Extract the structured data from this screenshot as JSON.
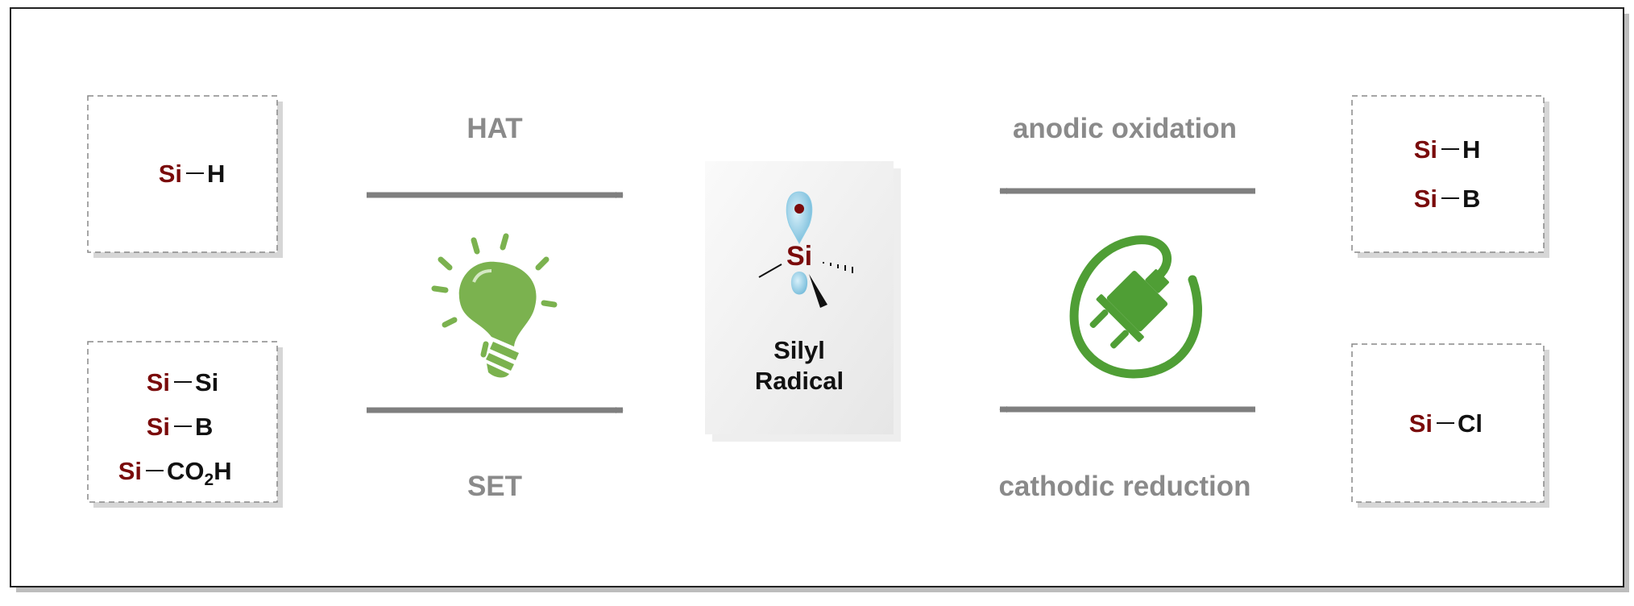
{
  "left_boxes": [
    {
      "bonds": [
        {
          "atom": "Si",
          "partner": "H"
        }
      ]
    },
    {
      "bonds": [
        {
          "atom": "Si",
          "partner": "Si"
        },
        {
          "atom": "Si",
          "partner": "B"
        },
        {
          "atom": "Si",
          "partner_main": "CO",
          "partner_sub": "2",
          "partner_end": "H"
        }
      ]
    }
  ],
  "right_boxes": [
    {
      "bonds": [
        {
          "atom": "Si",
          "partner": "H"
        },
        {
          "atom": "Si",
          "partner": "B"
        }
      ]
    },
    {
      "bonds": [
        {
          "atom": "Si",
          "partner": "Cl"
        }
      ]
    }
  ],
  "labels": {
    "hat": "HAT",
    "set": "SET",
    "anodic": "anodic oxidation",
    "cathodic": "cathodic reduction"
  },
  "center": {
    "atom": "Si",
    "line1": "Silyl",
    "line2": "Radical"
  },
  "icons": {
    "left": "lightbulb-icon",
    "right": "electric-plug-icon"
  },
  "colors": {
    "silicon": "#7a0a0a",
    "green": "#4f9e35",
    "bulb": "#7bb24f",
    "arrow": "#7f7f7f",
    "orbital": "#8ecde6"
  }
}
